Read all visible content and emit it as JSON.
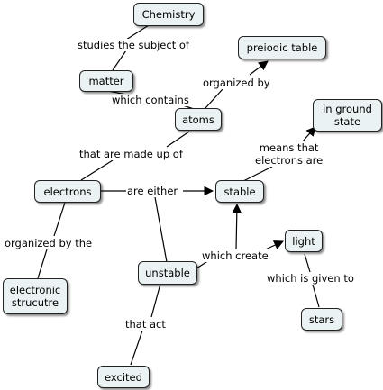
{
  "nodes": {
    "chemistry": "Chemistry",
    "matter": "matter",
    "periodic_table": "preiodic table",
    "atoms": "atoms",
    "ground_state": "in ground\nstate",
    "electrons": "electrons",
    "stable": "stable",
    "light": "light",
    "unstable": "unstable",
    "electronic_structure": "electronic\nstrucutre",
    "stars": "stars",
    "excited": "excited"
  },
  "links": {
    "studies_subject_of": "studies the subject of",
    "which_contains": "which contains",
    "organized_by": "organized by",
    "made_up_of": "that are made up of",
    "means_that": "means that\nelectrons are",
    "are_either": "are either",
    "organized_by_the": "organized by the",
    "which_create": "which create",
    "given_to": "which is given to",
    "that_act": "that act"
  }
}
